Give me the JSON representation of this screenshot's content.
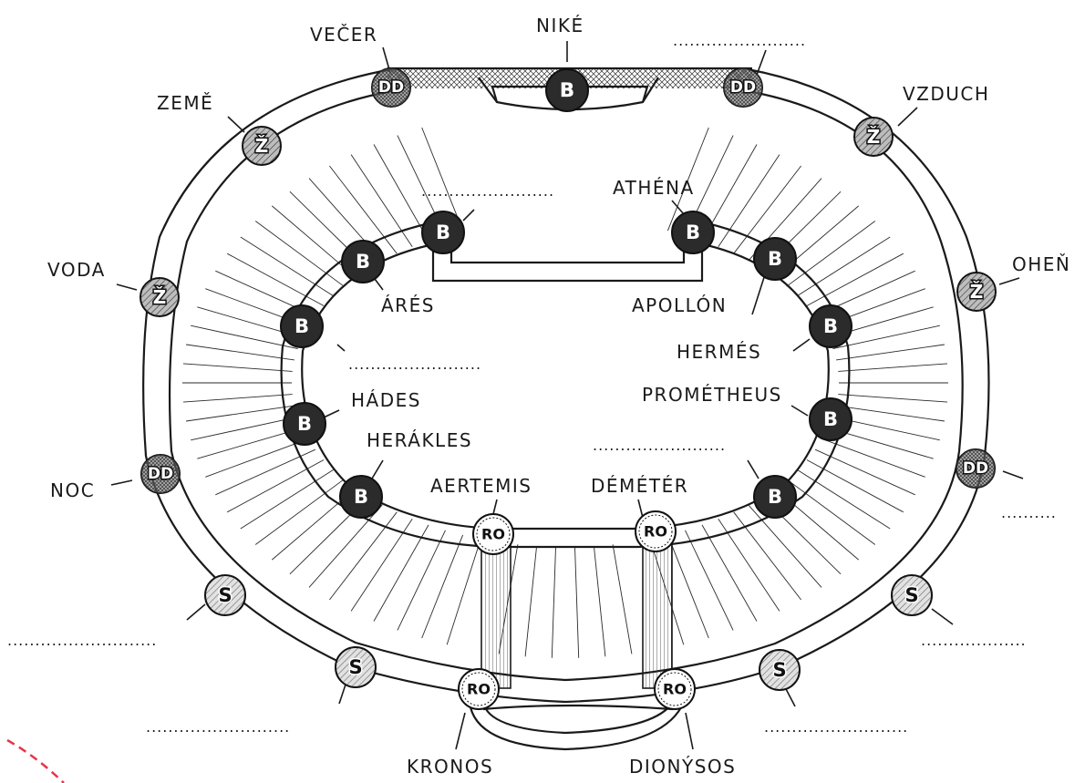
{
  "labels": {
    "vecer": "VEČER",
    "nike": "NIKÉ",
    "zeme": "ZEMĚ",
    "vzduch": "VZDUCH",
    "athena": "ATHÉNA",
    "voda": "VODA",
    "ohen": "OHEŇ",
    "ares": "ÁRÉS",
    "apollon": "APOLLÓN",
    "hermes": "HERMÉS",
    "hades": "HÁDES",
    "prometheus": "PROMÉTHEUS",
    "herakles": "HERÁKLES",
    "aertemis": "AERTEMIS",
    "demeter": "DÉMÉTÉR",
    "noc": "NOC",
    "kronos": "KRONOS",
    "dionysos": "DIONÝSOS"
  },
  "blanks": {
    "top_right": "........................",
    "inner_top_left": "........................",
    "inner_mid_left": "........................",
    "inner_mid_right": "........................",
    "right_mid": "..........",
    "left_bottom": "...........................",
    "right_bottom": "...................",
    "bottom_left": "..........................",
    "bottom_right": ".........................."
  },
  "markers": {
    "b": "B",
    "dd": "DD",
    "z": "Ž",
    "s": "S",
    "ro": "RO"
  },
  "colors": {
    "ink": "#1a1a1a",
    "b_fill": "#2b2b2b",
    "dd_fill": "#6a6a6a",
    "z_fill": "#bdbdbd",
    "s_fill": "#e2e2e2",
    "ro_fill": "#ffffff",
    "accent_red": "#e8334a"
  }
}
